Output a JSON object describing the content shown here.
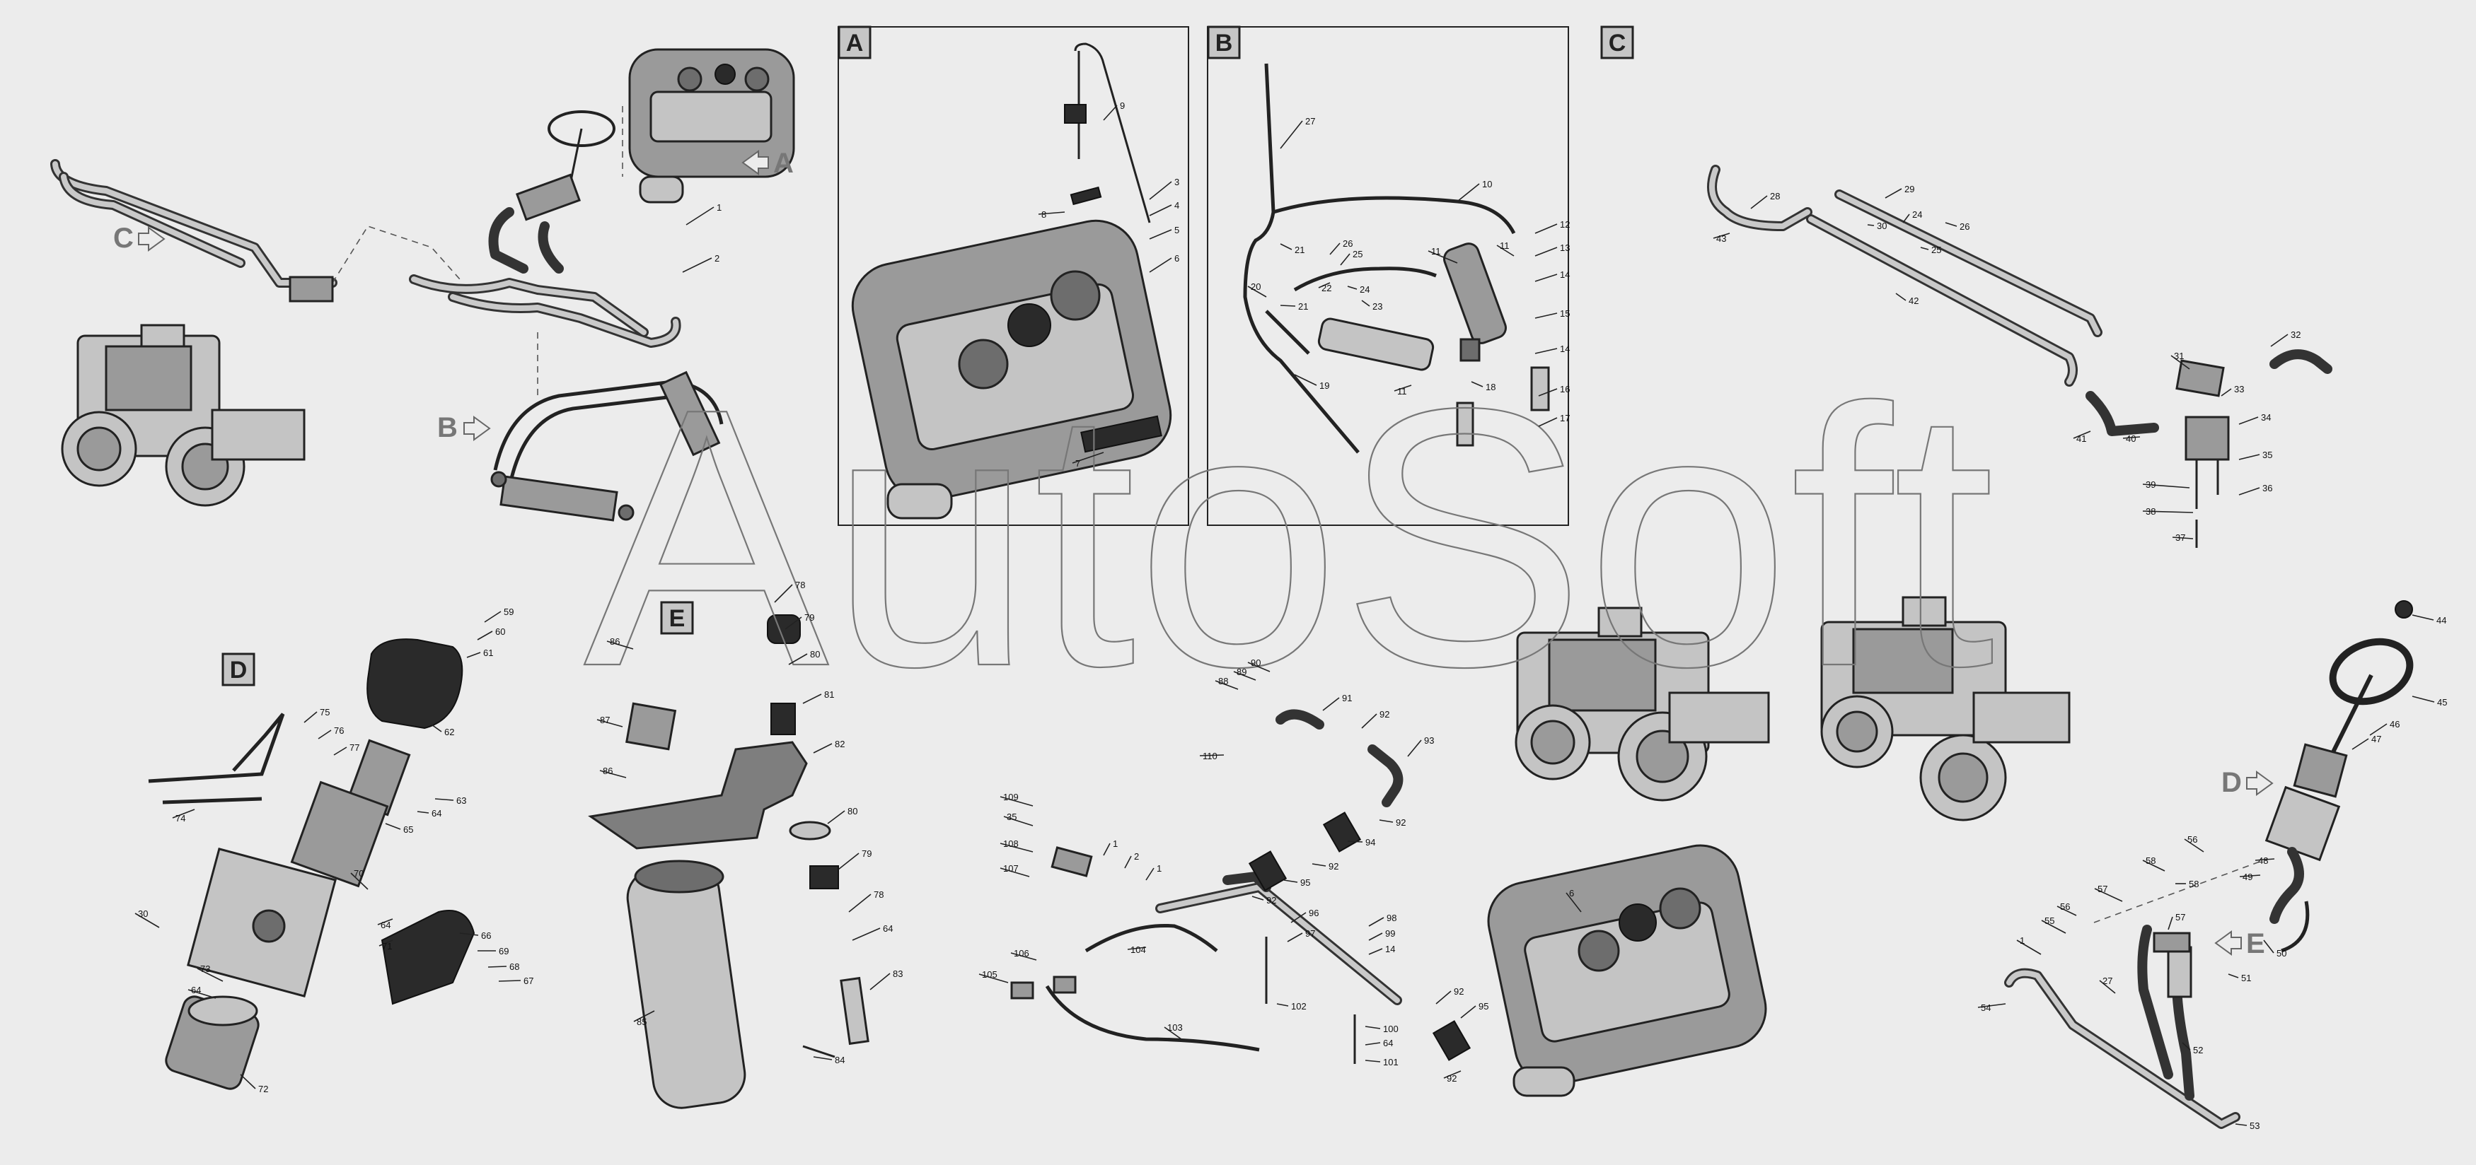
{
  "watermark": "AutoSoft",
  "sections": {
    "A": "A",
    "B": "B",
    "C": "C",
    "D": "D",
    "E": "E"
  },
  "callouts": {
    "A": "A",
    "B": "B",
    "C": "C",
    "D": "D",
    "E": "E"
  },
  "part_numbers": {
    "p1": "1",
    "p2": "2",
    "p3": "3",
    "p4": "4",
    "p5": "5",
    "p6": "6",
    "p7": "7",
    "p8": "8",
    "p9": "9",
    "p10": "10",
    "p11": "11",
    "p12": "12",
    "p13": "13",
    "p14": "14",
    "p15": "15",
    "p16": "16",
    "p17": "17",
    "p18": "18",
    "p19": "19",
    "p20": "20",
    "p21": "21",
    "p22": "22",
    "p23": "23",
    "p24": "24",
    "p25": "25",
    "p26": "26",
    "p27": "27",
    "p28": "28",
    "p29": "29",
    "p30": "30",
    "p31": "31",
    "p32": "32",
    "p33": "33",
    "p34": "34",
    "p35": "35",
    "p36": "36",
    "p37": "37",
    "p38": "38",
    "p39": "39",
    "p40": "40",
    "p41": "41",
    "p42": "42",
    "p43": "43",
    "p44": "44",
    "p45": "45",
    "p46": "46",
    "p47": "47",
    "p48": "48",
    "p49": "49",
    "p50": "50",
    "p51": "51",
    "p52": "52",
    "p53": "53",
    "p54": "54",
    "p55": "55",
    "p56": "56",
    "p57": "57",
    "p58": "58",
    "p59": "59",
    "p60": "60",
    "p61": "61",
    "p62": "62",
    "p63": "63",
    "p64": "64",
    "p65": "65",
    "p66": "66",
    "p67": "67",
    "p68": "68",
    "p69": "69",
    "p70": "70",
    "p71": "71",
    "p72": "72",
    "p73": "73",
    "p74": "74",
    "p75": "75",
    "p76": "76",
    "p77": "77",
    "p78": "78",
    "p79": "79",
    "p80": "80",
    "p81": "81",
    "p82": "82",
    "p83": "83",
    "p84": "84",
    "p85": "85",
    "p86": "86",
    "p87": "87",
    "p88": "88",
    "p89": "89",
    "p90": "90",
    "p91": "91",
    "p92": "92",
    "p93": "93",
    "p94": "94",
    "p95": "95",
    "p96": "96",
    "p97": "97",
    "p98": "98",
    "p99": "99",
    "p100": "100",
    "p101": "101",
    "p102": "102",
    "p103": "103",
    "p104": "104",
    "p105": "105",
    "p106": "106",
    "p107": "107",
    "p108": "108",
    "p109": "109",
    "p110": "110"
  },
  "colors": {
    "background": "#ececec",
    "ink": "#222222",
    "part_fill": "#9a9a9a",
    "callout_grey": "#777777"
  }
}
